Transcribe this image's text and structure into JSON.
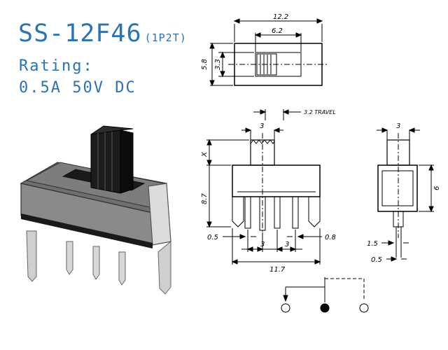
{
  "header": {
    "model": "SS-12F46",
    "poles": "(1P2T)",
    "rating_label": "Rating:",
    "rating_value": "0.5A  50V  DC"
  },
  "dimensions": {
    "top_total_width": "12.2",
    "top_inner_width": "6.2",
    "top_height": "5.8",
    "top_inner_height": "3.3",
    "handle_width": "3",
    "travel": "3.2 TRAVEL",
    "x_label": "X",
    "body_height": "8.7",
    "pin_width_left": "0.5",
    "pin_pitch_1": "3",
    "pin_pitch_2": "3",
    "pin_width_right": "0.8",
    "base_length": "11.7",
    "side_handle_width": "3",
    "side_height": "6",
    "side_pin_width": "1.5",
    "side_pin_thickness": "0.5"
  },
  "colors": {
    "title": "#2a73b8",
    "body": "#7a7a7a",
    "metal": "#d4d4d4"
  }
}
